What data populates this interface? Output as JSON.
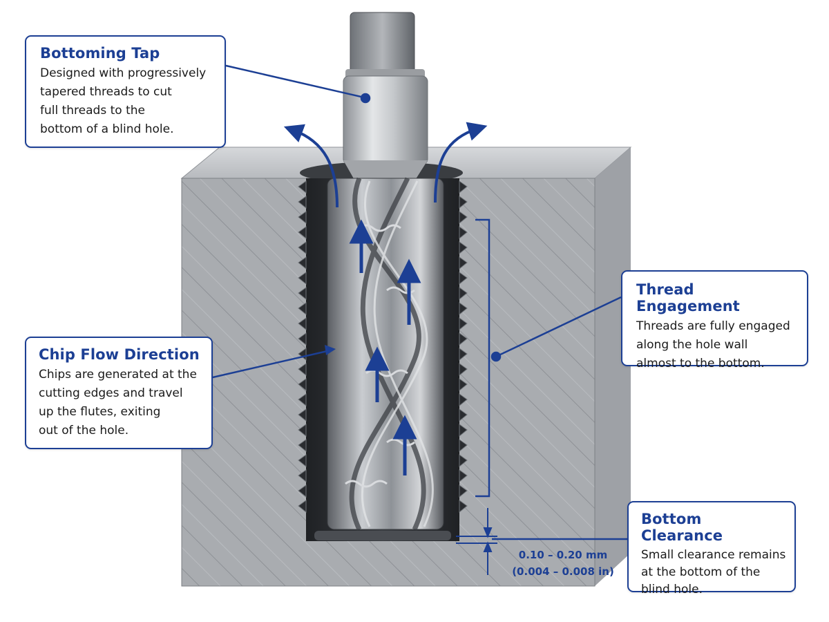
{
  "callouts": {
    "bottoming_tap": {
      "title": "Bottoming Tap",
      "body": "Designed with progressively\ntapered threads to cut\nfull threads to the\nbottom of a blind hole."
    },
    "chip_flow": {
      "title": "Chip Flow Direction",
      "body": "Chips are generated at the\ncutting edges and travel\nup the flutes, exiting\nout of the hole."
    },
    "thread_engagement": {
      "title": "Thread Engagement",
      "body": "Threads are fully engaged\nalong the hole wall\nalmost to the bottom."
    },
    "bottom_clearance": {
      "title": "Bottom Clearance",
      "body": "Small clearance remains\nat the bottom of the\nblind hole."
    }
  },
  "dimension": {
    "metric": "0.10 – 0.20 mm",
    "imperial": "(0.004 – 0.008 in)"
  },
  "colors": {
    "accent_blue": "#1c3f94",
    "block_gray": "#a9acb0",
    "tap_steel": "#b5b8bc",
    "thread_dark": "#2a2c30"
  }
}
